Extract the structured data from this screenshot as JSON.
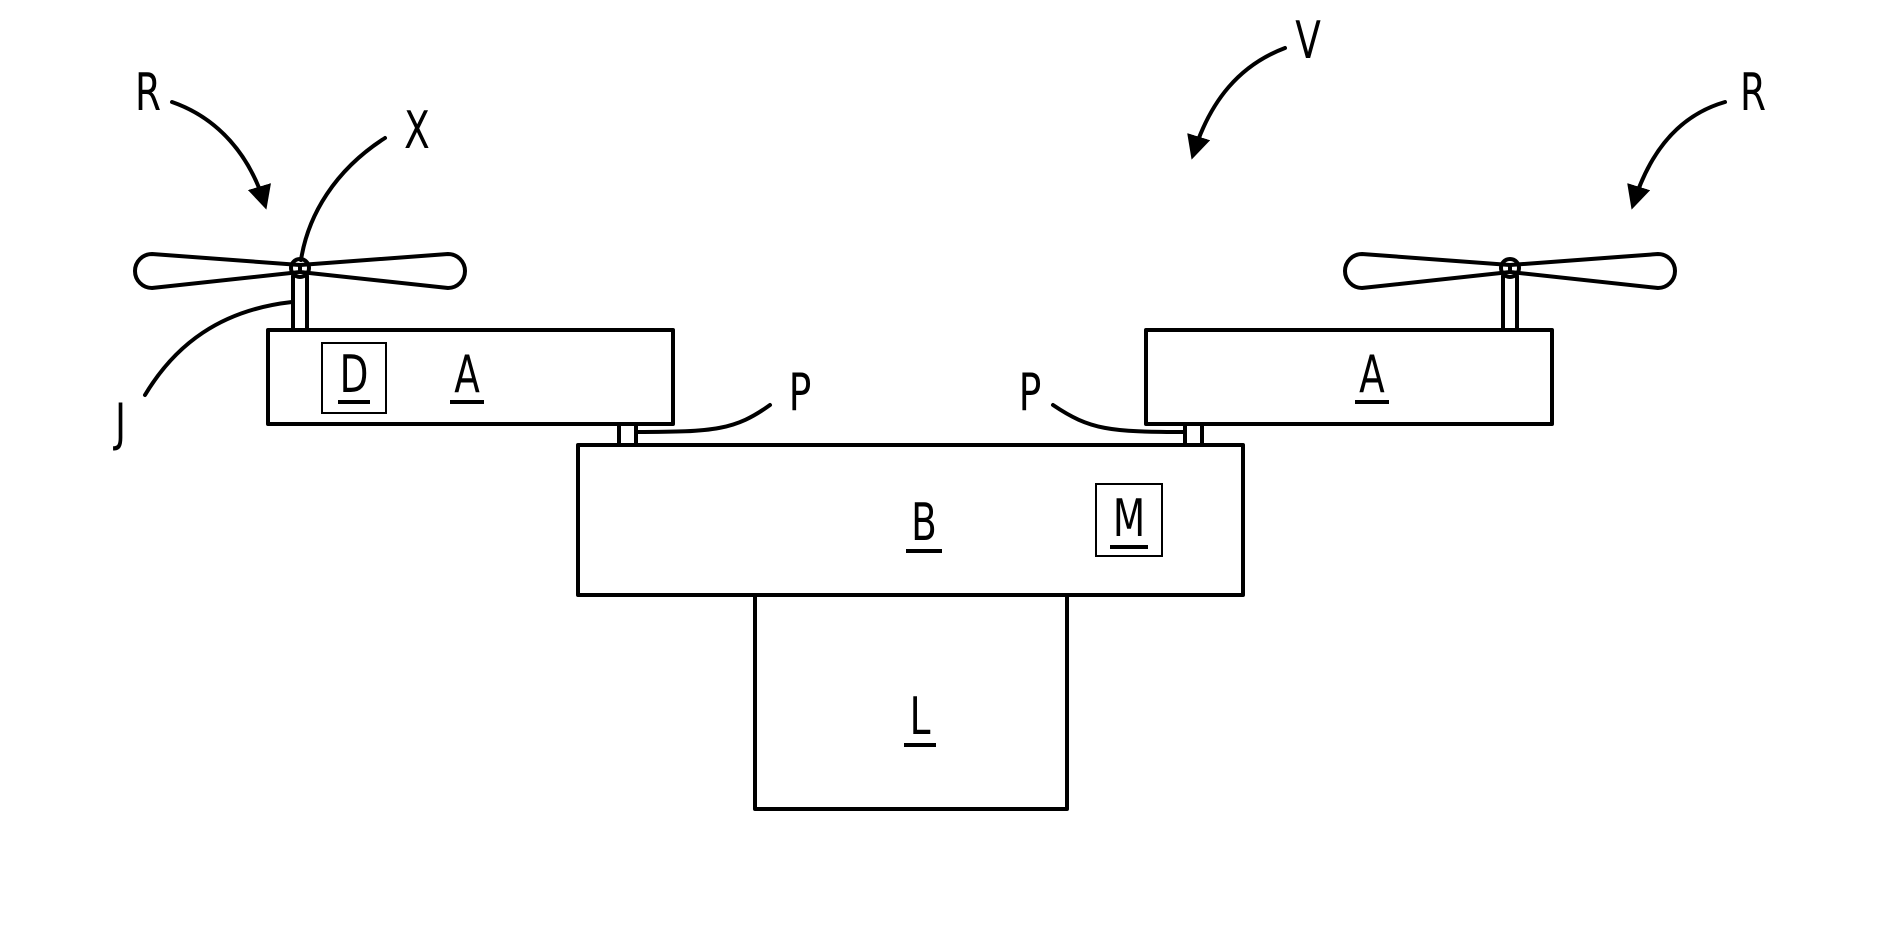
{
  "labels": {
    "vehicle": "V",
    "rotor_left": "R",
    "rotor_right": "R",
    "axis": "X",
    "joint": "J",
    "arm_left": "A",
    "arm_right": "A",
    "drive": "D",
    "pivot_left": "P",
    "pivot_right": "P",
    "body": "B",
    "motor": "M",
    "load": "L"
  }
}
